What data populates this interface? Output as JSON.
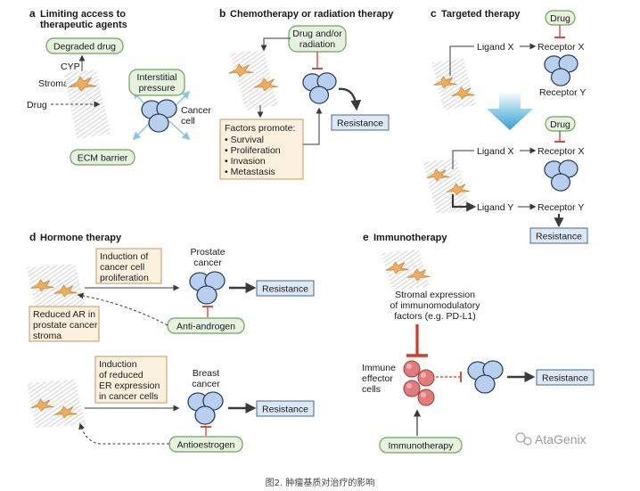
{
  "colors": {
    "fibroblast": "#f2ad5a",
    "cancer_cell": "#b9cfee",
    "immune_cell": "#e27c7c",
    "resistance_box": "#dce8f6",
    "green_box_fill": "#e6f1df",
    "green_box_border": "#6ea35a",
    "tan_box_fill": "#fcf1de",
    "tan_box_border": "#c8a06a",
    "inhibit_red": "#d23a2a",
    "arrow_blue": "#5fb4d8"
  },
  "panel_a": {
    "letter": "a",
    "title_line1": "Limiting access to",
    "title_line2": "therapeutic agents",
    "degraded_drug": "Degraded drug",
    "cyp": "CYP",
    "stroma": "Stroma",
    "drug": "Drug",
    "interstitial_line1": "Interstitial",
    "interstitial_line2": "pressure",
    "cancer_line1": "Cancer",
    "cancer_line2": "cell",
    "ecm_barrier": "ECM barrier"
  },
  "panel_b": {
    "letter": "b",
    "title": "Chemotherapy or radiation therapy",
    "drug_line1": "Drug and/or",
    "drug_line2": "radiation",
    "factors_title": "Factors promote:",
    "factors": [
      "Survival",
      "Proliferation",
      "Invasion",
      "Metastasis"
    ],
    "resistance": "Resistance"
  },
  "panel_c": {
    "letter": "c",
    "title": "Targeted therapy",
    "drug_top": "Drug",
    "ligand_x_top": "Ligand X",
    "receptor_x_top": "Receptor X",
    "receptor_y_top": "Receptor Y",
    "drug_bottom": "Drug",
    "ligand_x_bottom": "Ligand X",
    "receptor_x_bottom": "Receptor X",
    "ligand_y": "Ligand Y",
    "receptor_y_bottom": "Receptor Y",
    "resistance": "Resistance"
  },
  "panel_d": {
    "letter": "d",
    "title": "Hormone therapy",
    "induction_line1": "Induction of",
    "induction_line2": "cancer cell",
    "induction_line3": "proliferation",
    "prostate_line1": "Prostate",
    "prostate_line2": "cancer",
    "resistance_top": "Resistance",
    "reduced_line1": "Reduced AR in",
    "reduced_line2": "prostate cancer",
    "reduced_line3": "stroma",
    "anti_androgen": "Anti-androgen",
    "induction2_line1": "Induction",
    "induction2_line2": "of reduced",
    "induction2_line3": "ER expression",
    "induction2_line4": "in cancer cells",
    "breast_line1": "Breast",
    "breast_line2": "cancer",
    "resistance_bottom": "Resistance",
    "antioestrogen": "Antioestrogen"
  },
  "panel_e": {
    "letter": "e",
    "title": "Immunotherapy",
    "stromal_line1": "Stromal expression",
    "stromal_line2": "of immunomodulatory",
    "stromal_line3": "factors (e.g. PD-L1)",
    "immune_line1": "Immune",
    "immune_line2": "effector",
    "immune_line3": "cells",
    "resistance": "Resistance",
    "immunotherapy": "Immunotherapy"
  },
  "watermark": "AtaGenix",
  "caption": "图2. 肿瘤基质对治疗的影响"
}
